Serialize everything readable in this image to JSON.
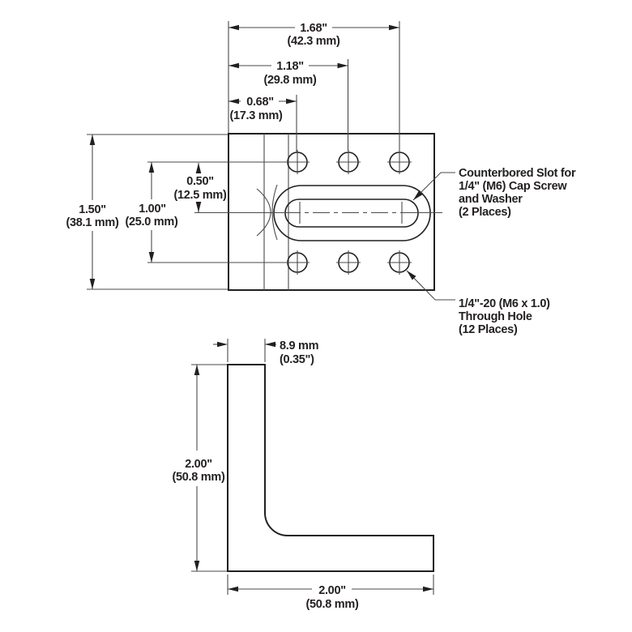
{
  "drawing": {
    "kind": "mechanical-dimension-drawing",
    "colors": {
      "ink": "#231f20",
      "thin_line": "#4a4a4c",
      "background": "#ffffff"
    },
    "top_view": {
      "dim_width_full": {
        "value": "1.68\"",
        "metric": "(42.3 mm)"
      },
      "dim_width_mid": {
        "value": "1.18\"",
        "metric": "(29.8 mm)"
      },
      "dim_width_near": {
        "value": "0.68\"",
        "metric": "(17.3 mm)"
      },
      "dim_height_full": {
        "value": "1.50\"",
        "metric": "(38.1 mm)"
      },
      "dim_height_rows": {
        "value": "1.00\"",
        "metric": "(25.0 mm)"
      },
      "dim_height_half": {
        "value": "0.50\"",
        "metric": "(12.5 mm)"
      },
      "slot_callout": [
        "Counterbored Slot for",
        "1/4\" (M6) Cap Screw",
        "and Washer",
        "(2 Places)"
      ],
      "hole_callout": [
        "1/4\"-20 (M6 x 1.0)",
        "Through Hole",
        "(12 Places)"
      ]
    },
    "side_view": {
      "dim_thickness": {
        "value": "8.9 mm",
        "metric": "(0.35\")"
      },
      "dim_height": {
        "value": "2.00\"",
        "metric": "(50.8 mm)"
      },
      "dim_width": {
        "value": "2.00\"",
        "metric": "(50.8 mm)"
      }
    }
  }
}
